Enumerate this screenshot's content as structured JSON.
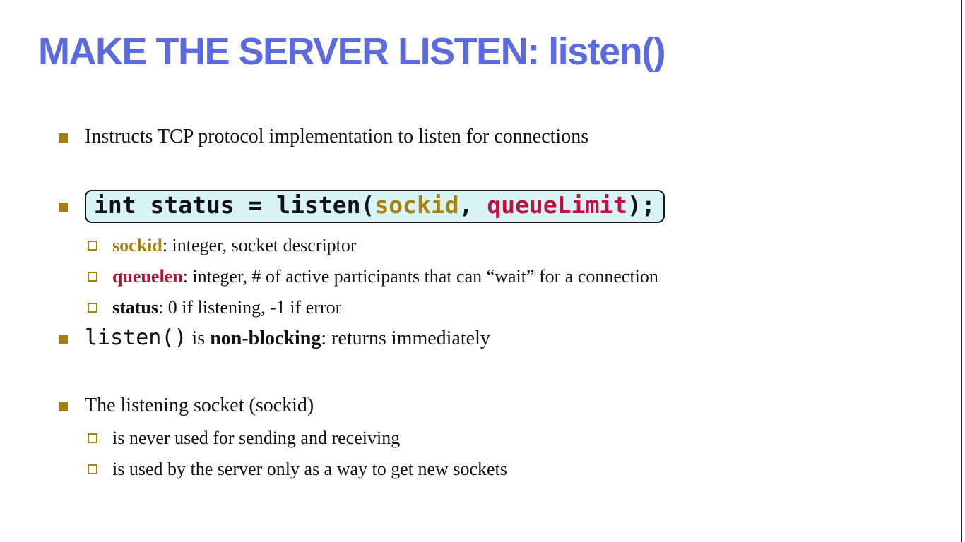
{
  "title": "MAKE THE SERVER LISTEN: listen()",
  "colors": {
    "title_accent": "#5c6ae0",
    "bullet_square": "#a9800d",
    "code_box_background": "#d8f4f6",
    "code_box_border": "#161616",
    "code_sockid": "#a9800d",
    "code_queue_limit": "#c01240",
    "term_queuelen_red": "#b5122f",
    "body_text": "#121212"
  },
  "bullet1": "Instructs TCP protocol implementation to listen for connections",
  "code_line": {
    "pre": "int status = listen(",
    "arg1": "sockid",
    "mid": ", ",
    "arg2": "queueLimit",
    "post": ");"
  },
  "code_subs": [
    {
      "term": "sockid",
      "rest": ": integer, socket descriptor"
    },
    {
      "term": "queuelen",
      "rest": ": integer, # of active participants that can “wait” for a connection"
    },
    {
      "term": "status",
      "rest": ": 0 if listening, -1 if error"
    }
  ],
  "bullet3": {
    "code": "listen()",
    "mid": " is ",
    "bold": "non-blocking",
    "rest": ": returns immediately"
  },
  "bullet4": "The listening socket (sockid)",
  "socket_subs": [
    {
      "text": "is never used for sending and receiving"
    },
    {
      "text": "is used by the server only as a way to get new sockets"
    }
  ]
}
